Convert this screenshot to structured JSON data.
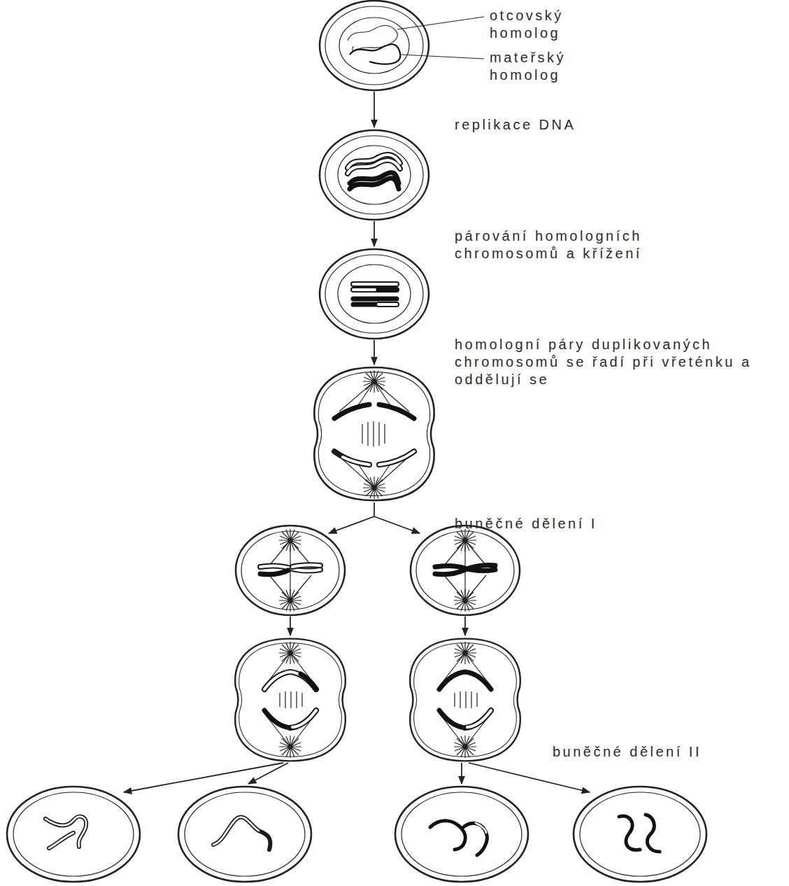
{
  "diagram": {
    "labels": [
      "otcovský homolog",
      "mateřský homolog",
      "replikace DNA",
      "párování homologních chromosomů a křížení",
      "homologní páry duplikovaných chromosomů se řadí při vřeténku a oddělují se",
      "buněčné dělení I",
      "buněčné dělení II"
    ]
  }
}
